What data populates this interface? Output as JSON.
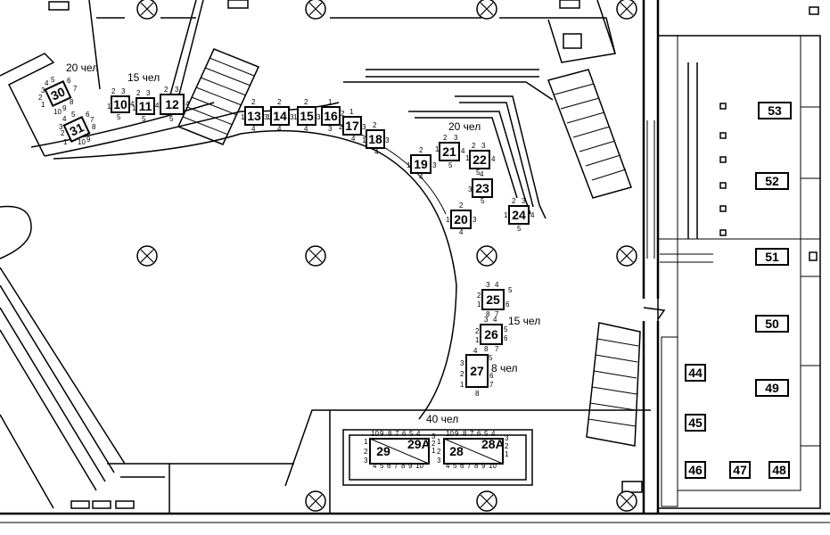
{
  "capacities": [
    {
      "id": "c1",
      "text": "20 чел"
    },
    {
      "id": "c2",
      "text": "15 чел"
    },
    {
      "id": "c3",
      "text": "20 чел"
    },
    {
      "id": "c4",
      "text": "15 чел"
    },
    {
      "id": "c5",
      "text": "8 чел"
    },
    {
      "id": "c6",
      "text": "40 чел"
    }
  ],
  "tables": {
    "t10": "10",
    "t11": "11",
    "t12": "12",
    "t13": "13",
    "t14": "14",
    "t15": "15",
    "t16": "16",
    "t17": "17",
    "t18": "18",
    "t19": "19",
    "t20": "20",
    "t21": "21",
    "t22": "22",
    "t23": "23",
    "t24": "24",
    "t25": "25",
    "t26": "26",
    "t27": "27",
    "t28": "28",
    "t28A": "28A",
    "t29": "29",
    "t29A": "29A",
    "t30": "30",
    "t31": "31",
    "t44": "44",
    "t45": "45",
    "t46": "46",
    "t47": "47",
    "t48": "48",
    "t49": "49",
    "t50": "50",
    "t51": "51",
    "t52": "52",
    "t53": "53"
  },
  "seats": {
    "s1": "1",
    "s2": "2",
    "s3": "3",
    "s4": "4",
    "s5": "5",
    "s6": "6",
    "s7": "7",
    "s8": "8",
    "s9": "9",
    "s10": "10"
  }
}
